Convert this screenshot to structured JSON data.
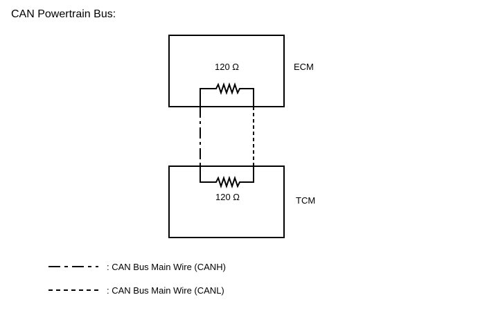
{
  "title": "CAN Powertrain Bus:",
  "modules": {
    "ecm": {
      "name": "ECM",
      "resistor": "120 Ω"
    },
    "tcm": {
      "name": "TCM",
      "resistor": "120 Ω"
    }
  },
  "legend": [
    {
      "style": "dash-dot",
      "label": ": CAN Bus Main Wire (CANH)"
    },
    {
      "style": "dashed",
      "label": ": CAN Bus Main Wire (CANL)"
    }
  ]
}
